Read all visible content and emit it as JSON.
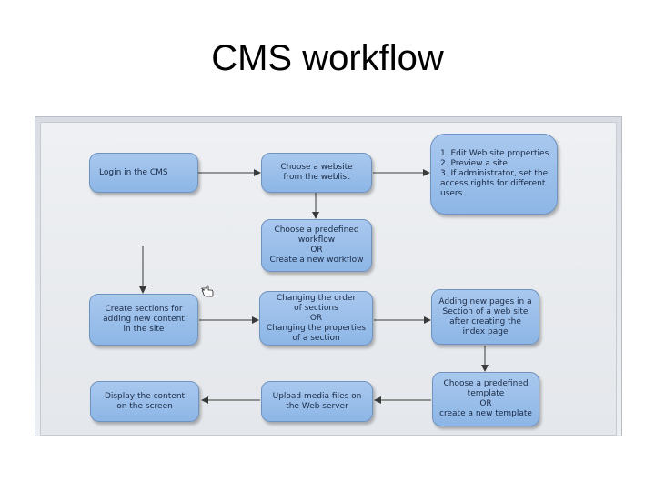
{
  "slide": {
    "title": "CMS workflow"
  },
  "diagram": {
    "nodes": {
      "login": "Login in the CMS",
      "choose_website": "Choose a website\nfrom the weblist",
      "edit_properties": "1. Edit Web site properties\n2. Preview a site\n3. If administrator, set the\naccess rights for different\nusers",
      "choose_workflow": "Choose a predefined\nworkflow\nOR\nCreate a new workflow",
      "create_sections": "Create sections for\nadding new content\nin the site",
      "change_order": "Changing the order\nof sections\nOR\nChanging the properties\nof a section",
      "add_pages": "Adding new pages in a\nSection of a web site\nafter creating the\nindex page",
      "display_content": "Display the content\non the screen",
      "upload_media": "Upload media files on\nthe Web server",
      "choose_template": "Choose a predefined\ntemplate\nOR\ncreate a new template"
    },
    "colors": {
      "node_fill": "#9dc0ea",
      "node_border": "#6f93bf",
      "arrow": "#3a3a3a"
    },
    "icons": {
      "cursor": "hand-pointer-icon"
    }
  }
}
